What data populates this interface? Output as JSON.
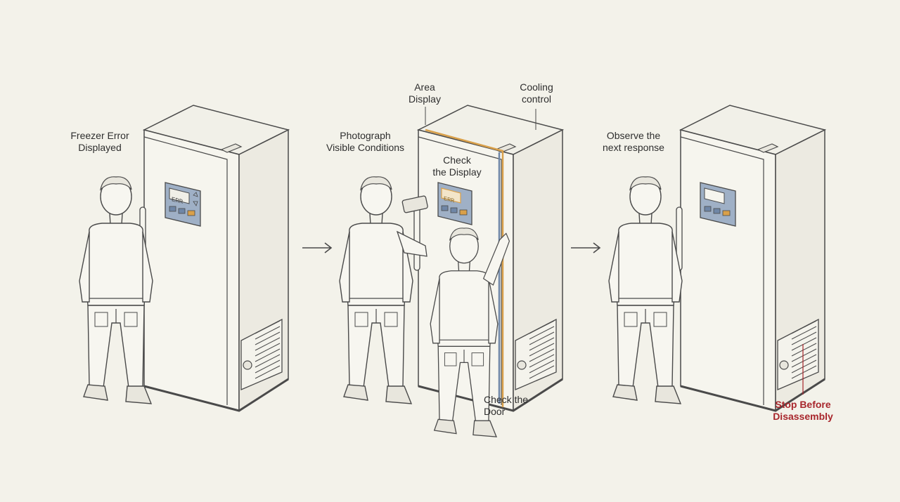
{
  "labels": {
    "freezer_error_1": "Freezer Error",
    "freezer_error_2": "Displayed",
    "photograph_1": "Photograph",
    "photograph_2": "Visible Conditions",
    "area_display_1": "Area",
    "area_display_2": "Display",
    "cooling_control_1": "Cooling",
    "cooling_control_2": "control",
    "check_display_1": "Check",
    "check_display_2": "the Display",
    "check_door_1": "Check the",
    "check_door_2": "Door",
    "observe_1": "Observe the",
    "observe_2": "next response",
    "stop_1": "Stop Before",
    "stop_2": "Disassembly"
  },
  "display_text": "ERR",
  "colors": {
    "background": "#f3f2ea",
    "line": "#4a4a4a",
    "panel": "#9fb0c6",
    "highlight_orange": "#d9a04a",
    "highlight_blue": "#6f86a6",
    "warning_red": "#a8262c"
  }
}
